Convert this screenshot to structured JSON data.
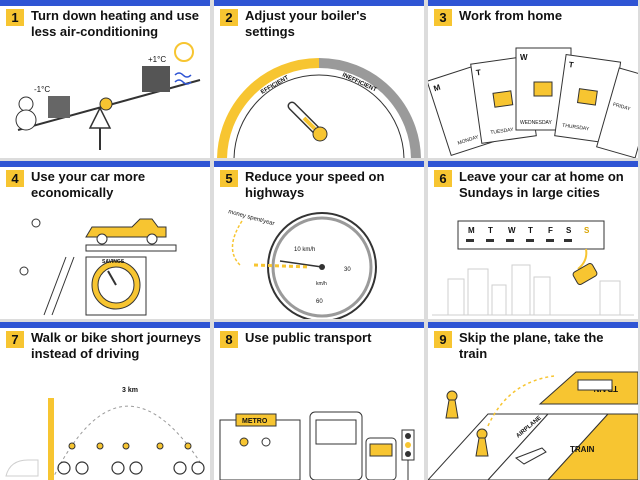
{
  "tiles": [
    {
      "number": "1",
      "title": "Turn down heating and use less air-conditioning",
      "cold_temp": "-1°C",
      "warm_temp": "+1°C"
    },
    {
      "number": "2",
      "title": "Adjust your boiler's settings",
      "efficient_label": "EFFICIENT",
      "inefficient_label": "INEFFICIENT"
    },
    {
      "number": "3",
      "title": "Work from home",
      "card_letters": [
        "M",
        "T",
        "W",
        "T"
      ],
      "card_words": [
        "MONDAY",
        "TUESDAY",
        "WEDNESDAY",
        "THURSDAY",
        "FRIDAY"
      ]
    },
    {
      "number": "4",
      "title": "Use your car more economically",
      "gauge_label": "SAVINGS"
    },
    {
      "number": "5",
      "title": "Reduce your speed on highways",
      "arc_label": "money spent/year",
      "speed_10": "10 km/h",
      "speed_30": "30",
      "speed_60": "60",
      "unit": "km/h"
    },
    {
      "number": "6",
      "title": "Leave your car at home on Sundays in large cities",
      "days": [
        "M",
        "T",
        "W",
        "T",
        "F",
        "S",
        "S"
      ]
    },
    {
      "number": "7",
      "title": "Walk or bike short journeys instead of driving",
      "distance": "3 km"
    },
    {
      "number": "8",
      "title": "Use public transport",
      "metro_sign": "METRO"
    },
    {
      "number": "9",
      "title": "Skip the plane, take the train",
      "train_upside": "TRAIN",
      "airplane_label": "AIRPLANE",
      "train_label": "TRAIN"
    }
  ],
  "colors": {
    "blue": "#2f55d4",
    "yellow": "#f7c531",
    "gray": "#9a9a9a"
  }
}
